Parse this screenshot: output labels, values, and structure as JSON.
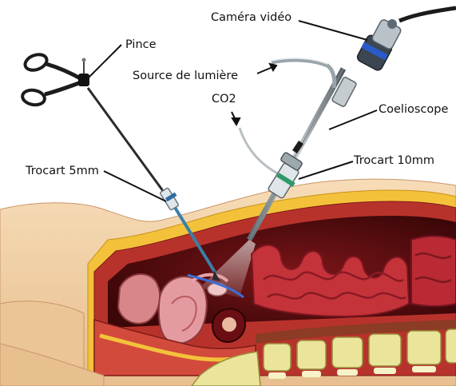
{
  "diagram": {
    "labels": {
      "camera": "Caméra vidéo",
      "forceps": "Pince",
      "light_source": "Source de lumière",
      "co2": "CO2",
      "laparoscope": "Coelioscope",
      "trocar_10": "Trocart 10mm",
      "trocar_5": "Trocart 5mm"
    }
  },
  "colors": {
    "skin": "#f1d2aa",
    "muscle": "#b8322c",
    "fat": "#f3c23a",
    "cavity": "#5a0d10",
    "intestine": "#c4323a",
    "spine": "#e9e59a",
    "instrument": "#6f7a80"
  }
}
